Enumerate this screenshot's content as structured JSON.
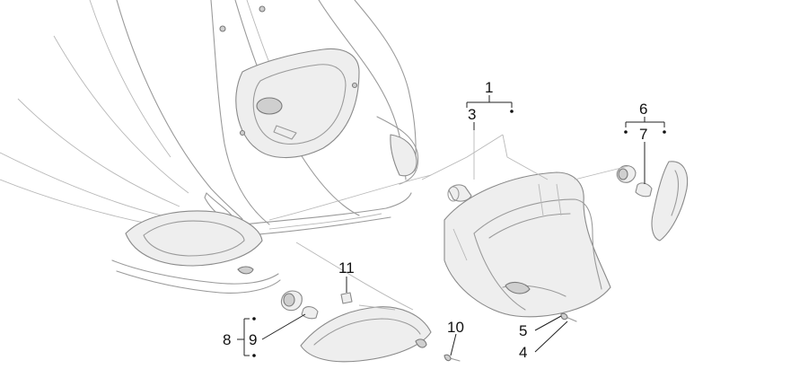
{
  "callouts": {
    "c1": "1",
    "c2": "3",
    "c3": "6",
    "c4": "7",
    "c5": "11",
    "c6": "8",
    "c7": "9",
    "c8": "10",
    "c9": "5",
    "c10": "4"
  },
  "colors": {
    "line_art": "#9a9a9a",
    "leader": "#222222",
    "background": "#ffffff"
  }
}
